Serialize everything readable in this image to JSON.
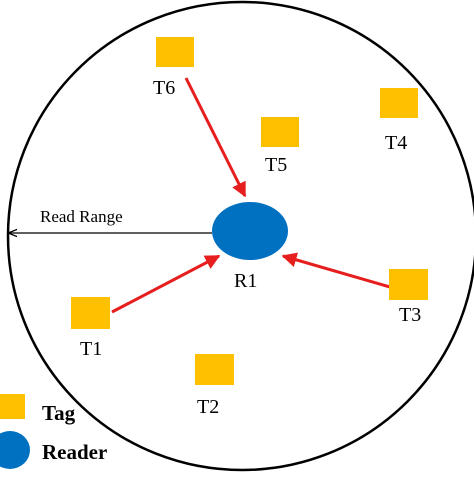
{
  "colors": {
    "tag": "#FFC000",
    "reader": "#0070C0",
    "arrow": "#E61E1E",
    "line": "#000000"
  },
  "diagram": {
    "read_range_label": "Read Range",
    "reader_label": "R1",
    "tags": [
      {
        "id": "t1",
        "label": "T1",
        "links_to_reader": true
      },
      {
        "id": "t2",
        "label": "T2",
        "links_to_reader": false
      },
      {
        "id": "t3",
        "label": "T3",
        "links_to_reader": true
      },
      {
        "id": "t4",
        "label": "T4",
        "links_to_reader": false
      },
      {
        "id": "t5",
        "label": "T5",
        "links_to_reader": false
      },
      {
        "id": "t6",
        "label": "T6",
        "links_to_reader": true
      }
    ]
  },
  "legend": {
    "tag_label": "Tag",
    "reader_label": "Reader"
  }
}
